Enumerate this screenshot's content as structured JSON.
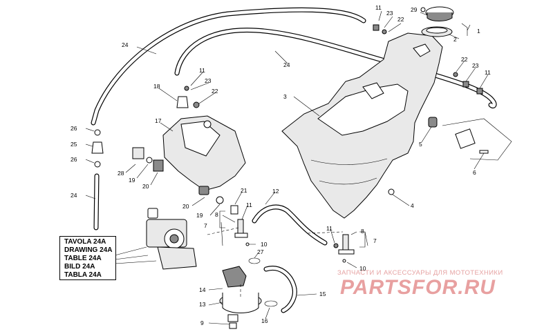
{
  "reference_box": {
    "lines": [
      "TAVOLA 24A",
      "DRAWING 24A",
      "TABLE 24A",
      "BILD 24A",
      "TABLA 24A"
    ]
  },
  "watermark": {
    "subtitle": "ЗАПЧАСТИ И АКСЕССУАРЫ ДЛЯ МОТОТЕХНИКИ",
    "logo": "PARTSFOR.RU",
    "color": "#e8a0a0"
  },
  "callouts": {
    "c1": "1",
    "c2": "2",
    "c3": "3",
    "c4": "4",
    "c5": "5",
    "c6": "6",
    "c7a": "7",
    "c7b": "7",
    "c8a": "8",
    "c8b": "8",
    "c9": "9",
    "c10a": "10",
    "c10b": "10",
    "c11a": "11",
    "c11b": "11",
    "c11c": "11",
    "c11d": "11",
    "c11e": "11",
    "c12": "12",
    "c13": "13",
    "c14": "14",
    "c15": "15",
    "c16": "16",
    "c17": "17",
    "c18": "18",
    "c19a": "19",
    "c19b": "19",
    "c20a": "20",
    "c20b": "20",
    "c21": "21",
    "c22a": "22",
    "c22b": "22",
    "c22c": "22",
    "c23a": "23",
    "c23b": "23",
    "c23c": "23",
    "c24a": "24",
    "c24b": "24",
    "c24c": "24",
    "c25": "25",
    "c26a": "26",
    "c26b": "26",
    "c27": "27",
    "c28": "28",
    "c29": "29"
  }
}
